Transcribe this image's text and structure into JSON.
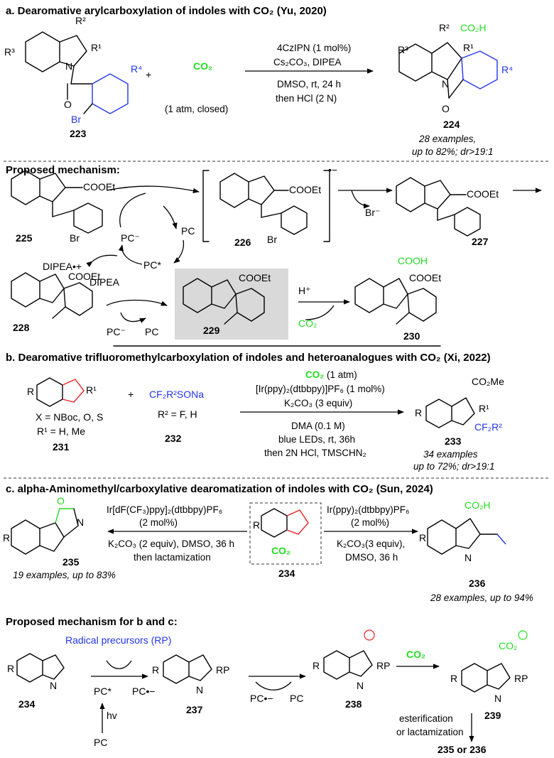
{
  "section_a": {
    "title": "a. Dearomative arylcarboxylation of indoles with CO₂ (Yu, 2020)",
    "reactant_label": "223",
    "plus": "+",
    "co2": "CO₂",
    "co2_note": "(1 atm, closed)",
    "cond1": "4CzIPN (1 mol%)",
    "cond2": "Cs₂CO₃, DIPEA",
    "cond3": "DMSO, rt, 24 h",
    "cond4": "then HCl (2 N)",
    "product_label": "224",
    "result1": "28 examples,",
    "result2": "up to 82%; dr>19:1",
    "r_groups": [
      "R³",
      "R²",
      "R¹",
      "R⁴",
      "Br",
      "CO₂H",
      "N",
      "O"
    ]
  },
  "mechanism_a": {
    "title": "Proposed mechanism:",
    "labels": [
      "225",
      "226",
      "227",
      "228",
      "229",
      "230"
    ],
    "cooet": "COOEt",
    "cooh": "COOH",
    "pc": "PC",
    "pc_minus": "PC⁻",
    "pc_star": "PC*",
    "dipea": "DIPEA",
    "dipea_radical": "DIPEA•+",
    "br_minus": "Br⁻",
    "h_plus": "H⁺",
    "co2": "CO₂",
    "radical_anion": "•−"
  },
  "section_b": {
    "title": "b. Dearomative trifluoromethylcarboxylation of indoles and heteroanalogues with CO₂ (Xi, 2022)",
    "reactant_label": "231",
    "x_def": "X = NBoc, O, S",
    "r1_def": "R¹ = H, Me",
    "reagent": "CF₂R²SONa",
    "r2_def": "R² = F, H",
    "reagent_label": "232",
    "cond_co2": "CO₂",
    "cond_co2_note": " (1 atm)",
    "cond1": "[Ir(ppy)₂(dtbbpy)]PF₆ (1 mol%)",
    "cond2": "K₂CO₃ (3 equiv)",
    "cond3": "DMA (0.1 M)",
    "cond4": "blue LEDs, rt, 36h",
    "cond5": "then 2N HCl, TMSCHN₂",
    "product_label": "233",
    "result1": "34 examples",
    "result2": "up to 72%; dr>19:1",
    "co2me": "CO₂Me",
    "cf2r2": "CF₂R²"
  },
  "section_c": {
    "title": "c. alpha-Aminomethyl/carboxylative dearomatization of indoles with CO₂ (Sun, 2024)",
    "left_cond1": "Ir[dF(CF₃)ppy]₂(dtbbpy)PF₆",
    "left_cond2": "(2 mol%)",
    "left_cond3": "K₂CO₃ (2 equiv), DMSO, 36 h",
    "left_cond4": "then lactamization",
    "right_cond1": "Ir(ppy)₂(dtbbpy)PF₆",
    "right_cond2": "(2 mol%)",
    "right_cond3": "K₂CO₃(3 equiv),",
    "right_cond4": "DMSO, 36 h",
    "center_label": "234",
    "co2": "CO₂",
    "left_label": "235",
    "left_result": "19 examples, up to 83%",
    "right_label": "236",
    "right_result": "28 examples, up to 94%"
  },
  "mechanism_bc": {
    "title": "Proposed mechanism for b and c:",
    "rp_label": "Radical precursors (RP)",
    "labels": [
      "234",
      "237",
      "238",
      "239"
    ],
    "pc_star": "PC*",
    "pc_rad": "PC•−",
    "pc": "PC",
    "hv": "hv",
    "co2": "CO₂",
    "rp": "RP",
    "note1": "esterification",
    "note2": "or lactamization",
    "final": "235 or 236"
  }
}
